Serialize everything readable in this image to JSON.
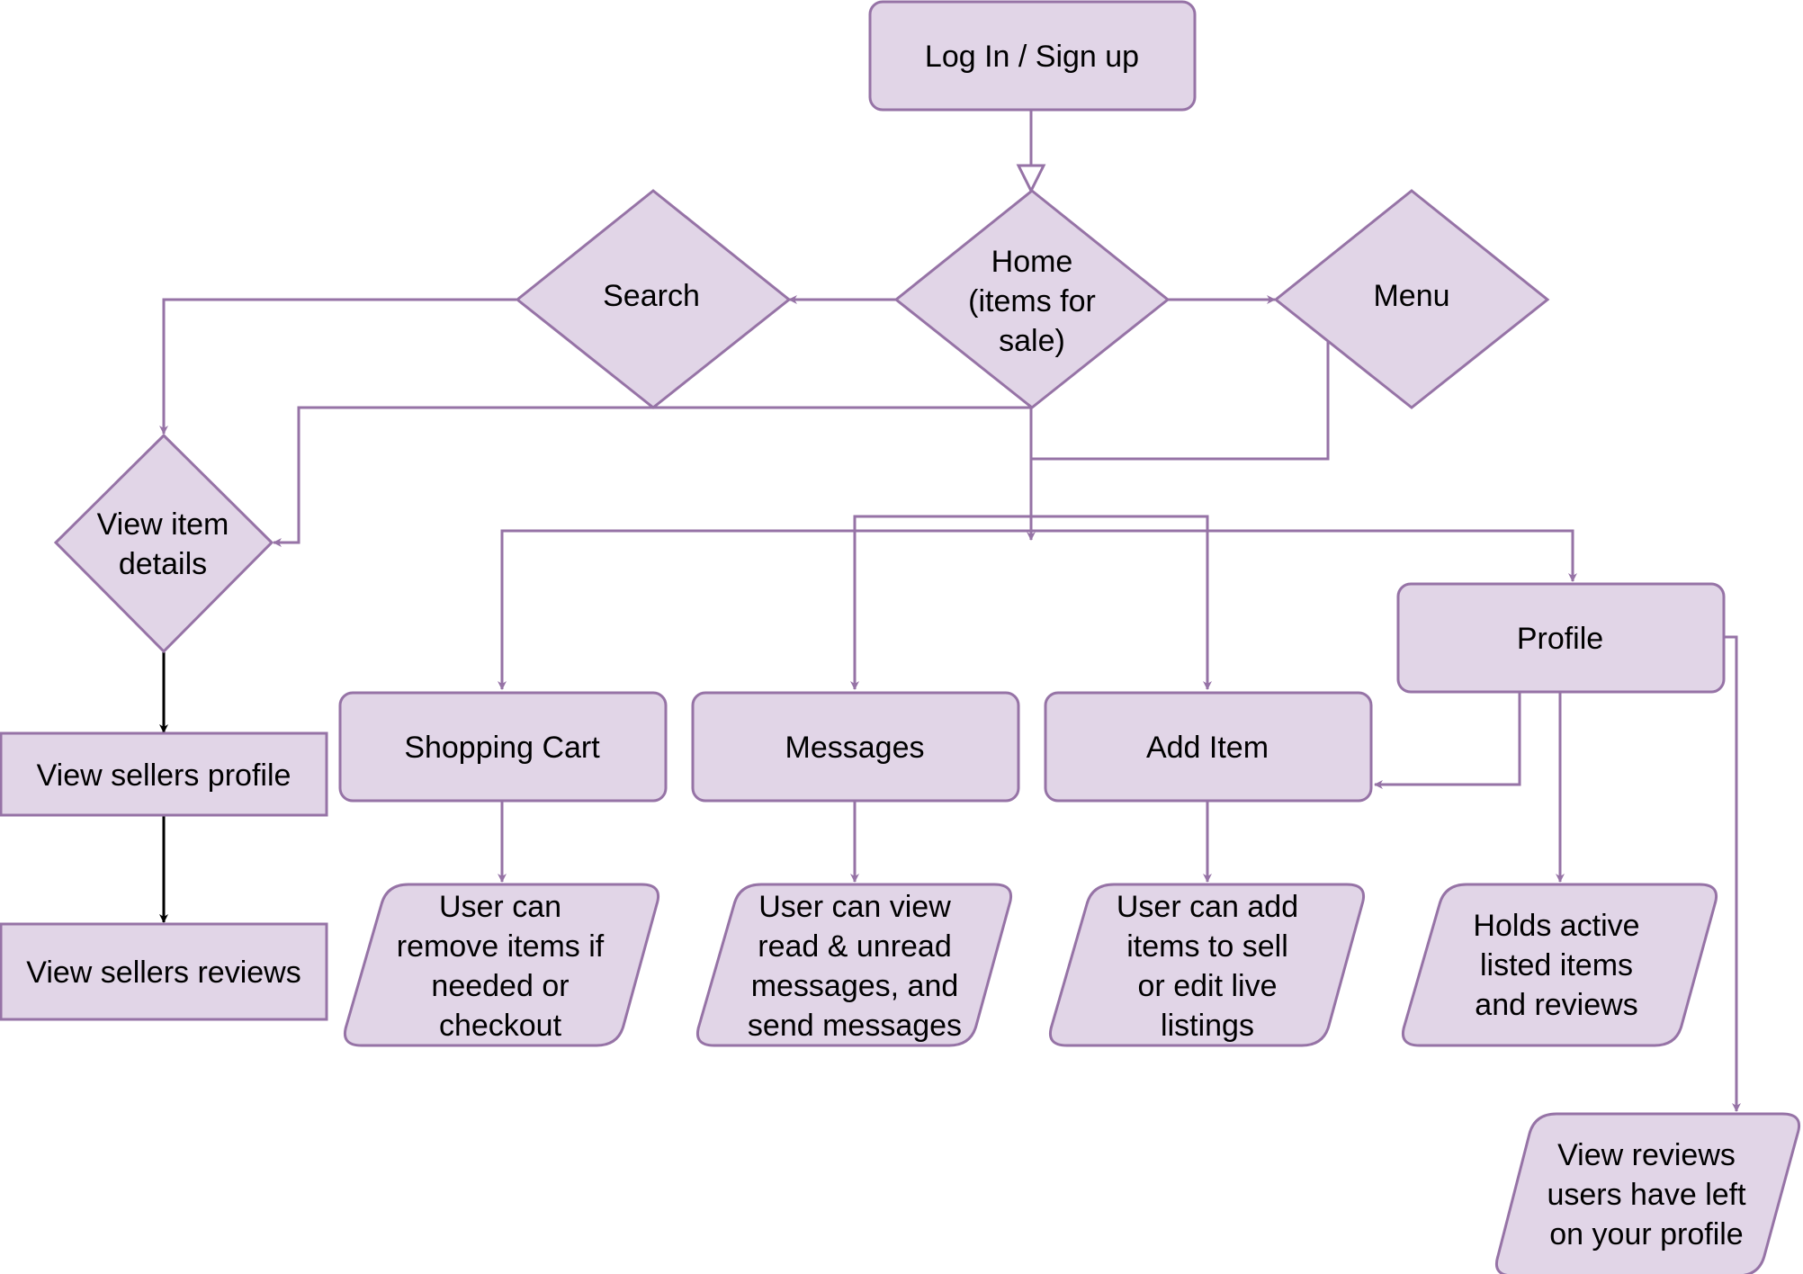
{
  "colors": {
    "node_fill": "#e1d5e7",
    "node_stroke": "#9673a6",
    "edge": "#9673a6",
    "edge_dark": "#000000",
    "text": "#000000"
  },
  "nodes": {
    "login": {
      "lines": [
        "Log In / Sign up"
      ]
    },
    "home": {
      "lines": [
        "Home",
        "(items for",
        "sale)"
      ]
    },
    "search": {
      "lines": [
        "Search"
      ]
    },
    "menu": {
      "lines": [
        "Menu"
      ]
    },
    "view_item": {
      "lines": [
        "View item",
        "details"
      ]
    },
    "view_sellers_profile": {
      "lines": [
        "View sellers profile"
      ]
    },
    "view_sellers_reviews": {
      "lines": [
        "View sellers reviews"
      ]
    },
    "shopping_cart": {
      "lines": [
        "Shopping Cart"
      ]
    },
    "messages": {
      "lines": [
        "Messages"
      ]
    },
    "add_item": {
      "lines": [
        "Add Item"
      ]
    },
    "profile": {
      "lines": [
        "Profile"
      ]
    },
    "cart_note": {
      "lines": [
        "User can",
        "remove items if",
        "needed or",
        "checkout"
      ]
    },
    "messages_note": {
      "lines": [
        "User can view",
        "read & unread",
        "messages, and",
        "send messages"
      ]
    },
    "add_item_note": {
      "lines": [
        "User can add",
        "items to sell",
        "or edit live",
        "listings"
      ]
    },
    "profile_note": {
      "lines": [
        "Holds active",
        "listed items",
        "and reviews"
      ]
    },
    "reviews_note": {
      "lines": [
        "View reviews",
        "users have left",
        "on your profile"
      ]
    }
  }
}
